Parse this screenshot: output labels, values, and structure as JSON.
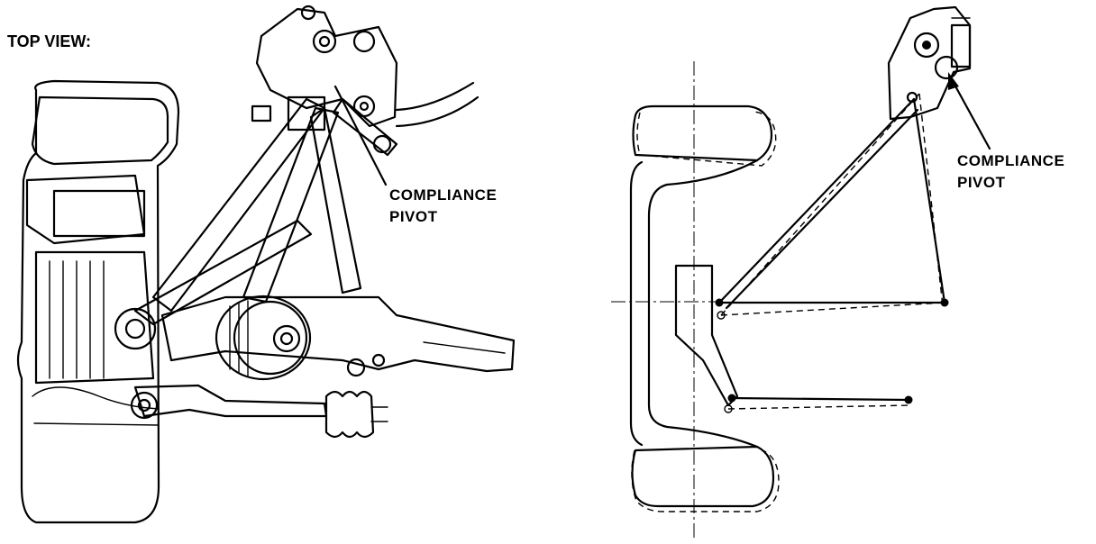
{
  "title": "TOP VIEW:",
  "left_diagram": {
    "callout_line1": "COMPLIANCE",
    "callout_line2": "PIVOT"
  },
  "right_diagram": {
    "callout_line1": "COMPLIANCE",
    "callout_line2": "PIVOT"
  }
}
